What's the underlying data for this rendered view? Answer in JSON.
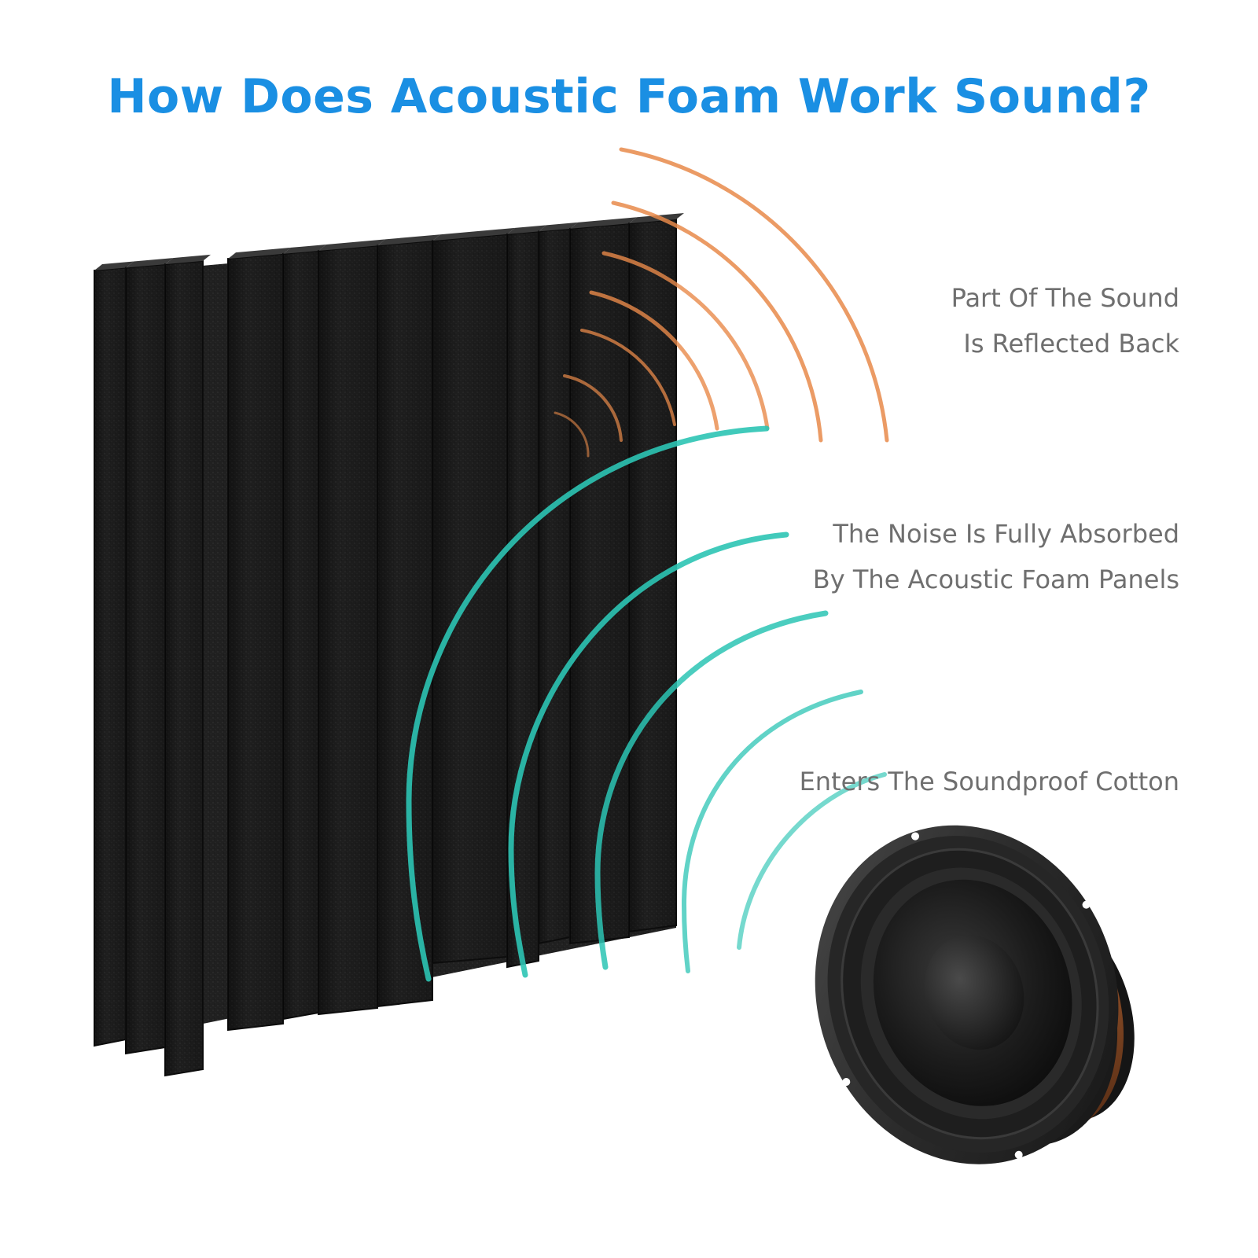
{
  "title": "How Does Acoustic Foam Work Sound?",
  "labels": {
    "reflected": [
      "Part Of The Sound",
      "Is Reflected Back"
    ],
    "absorbed": [
      "The Noise Is Fully Absorbed",
      "By The Acoustic Foam Panels"
    ],
    "enters": [
      "Enters The Soundproof Cotton"
    ]
  },
  "colors": {
    "title": "#1a8fe3",
    "label_text": "#6f6f6f",
    "reflected_wave": "#e88a4a",
    "incoming_wave": "#2cc4b4",
    "foam": "#1e1e1e",
    "speaker": "#242424",
    "speaker_copper": "#a8643a"
  }
}
